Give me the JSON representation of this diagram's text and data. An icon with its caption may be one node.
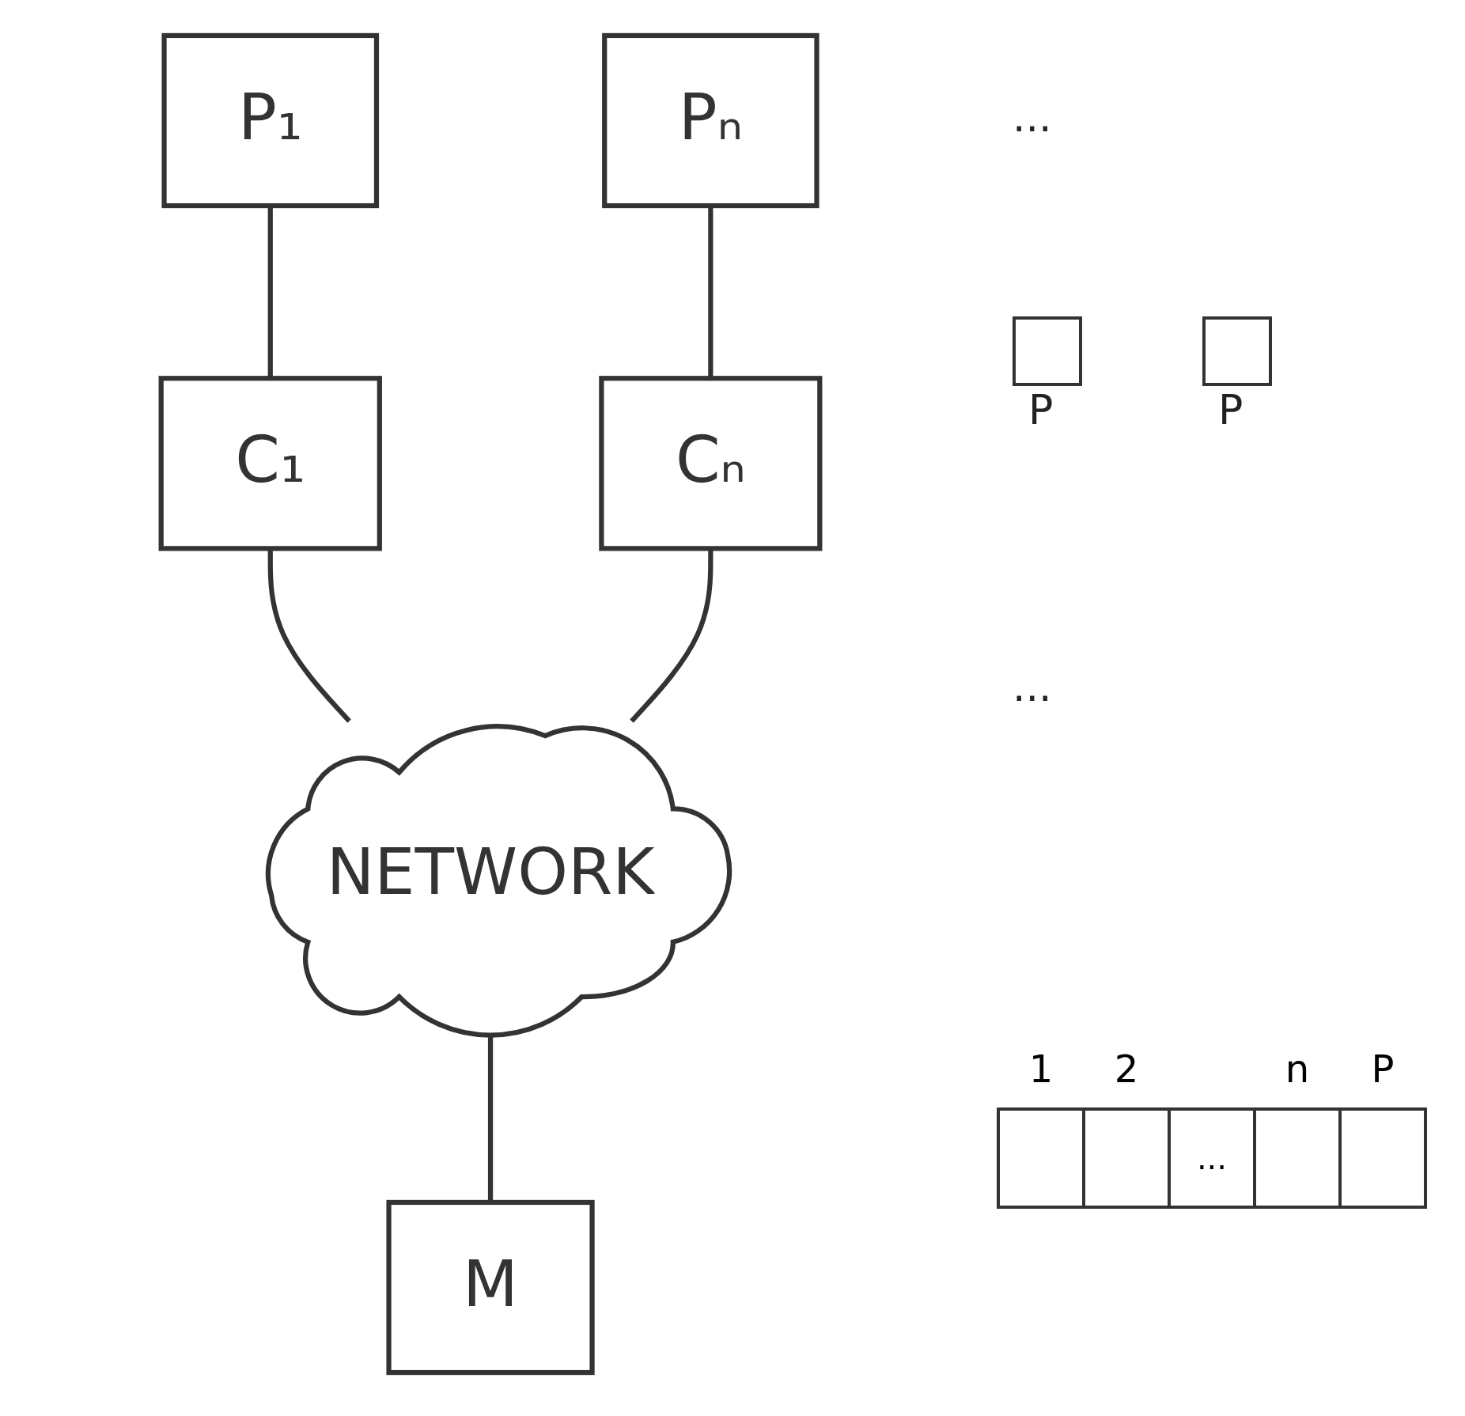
{
  "diagram": {
    "nodes": [
      {
        "text": [
          "P₁"
        ]
      },
      {
        "text": [
          "Pₙ"
        ]
      },
      {
        "text": [
          "C₁"
        ]
      },
      {
        "text": [
          "Cₙ"
        ]
      },
      {
        "text": [
          "NETWORK"
        ]
      },
      {
        "text": [
          "M"
        ]
      }
    ],
    "edges": [
      {
        "from": 0,
        "to": 2,
        "arrow": "none"
      },
      {
        "from": 1,
        "to": 3,
        "arrow": "none"
      },
      {
        "from": 2,
        "to": 4,
        "arrow": "none"
      },
      {
        "from": 3,
        "to": 4,
        "arrow": "none"
      },
      {
        "from": 4,
        "to": 5,
        "arrow": "none"
      }
    ],
    "labels": [
      "...",
      "P",
      "P",
      "...",
      "1",
      "2",
      "n",
      "P",
      "..."
    ]
  }
}
